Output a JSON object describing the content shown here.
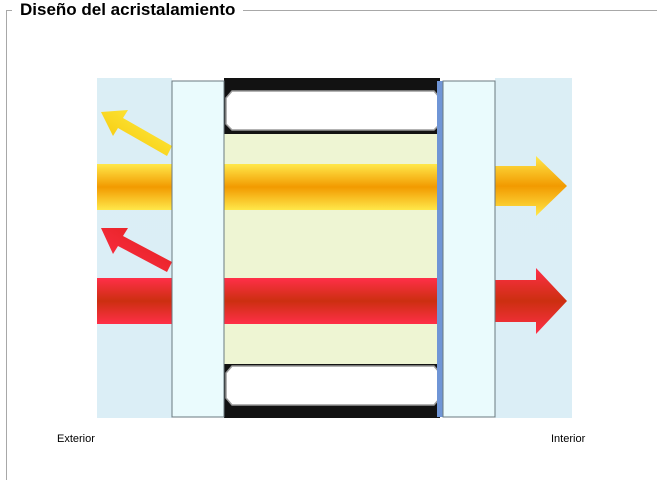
{
  "group": {
    "title": "Diseño del acristalamiento"
  },
  "labels": {
    "exterior": "Exterior",
    "interior": "Interior"
  },
  "colors": {
    "air": "#dbeef5",
    "glass": "#eafbfd",
    "cavity": "#eef5d3",
    "spacer": "#121212",
    "coating": "#6f95d6",
    "solar_ray": "#f29a00",
    "heat_ray": "#d8301c"
  }
}
